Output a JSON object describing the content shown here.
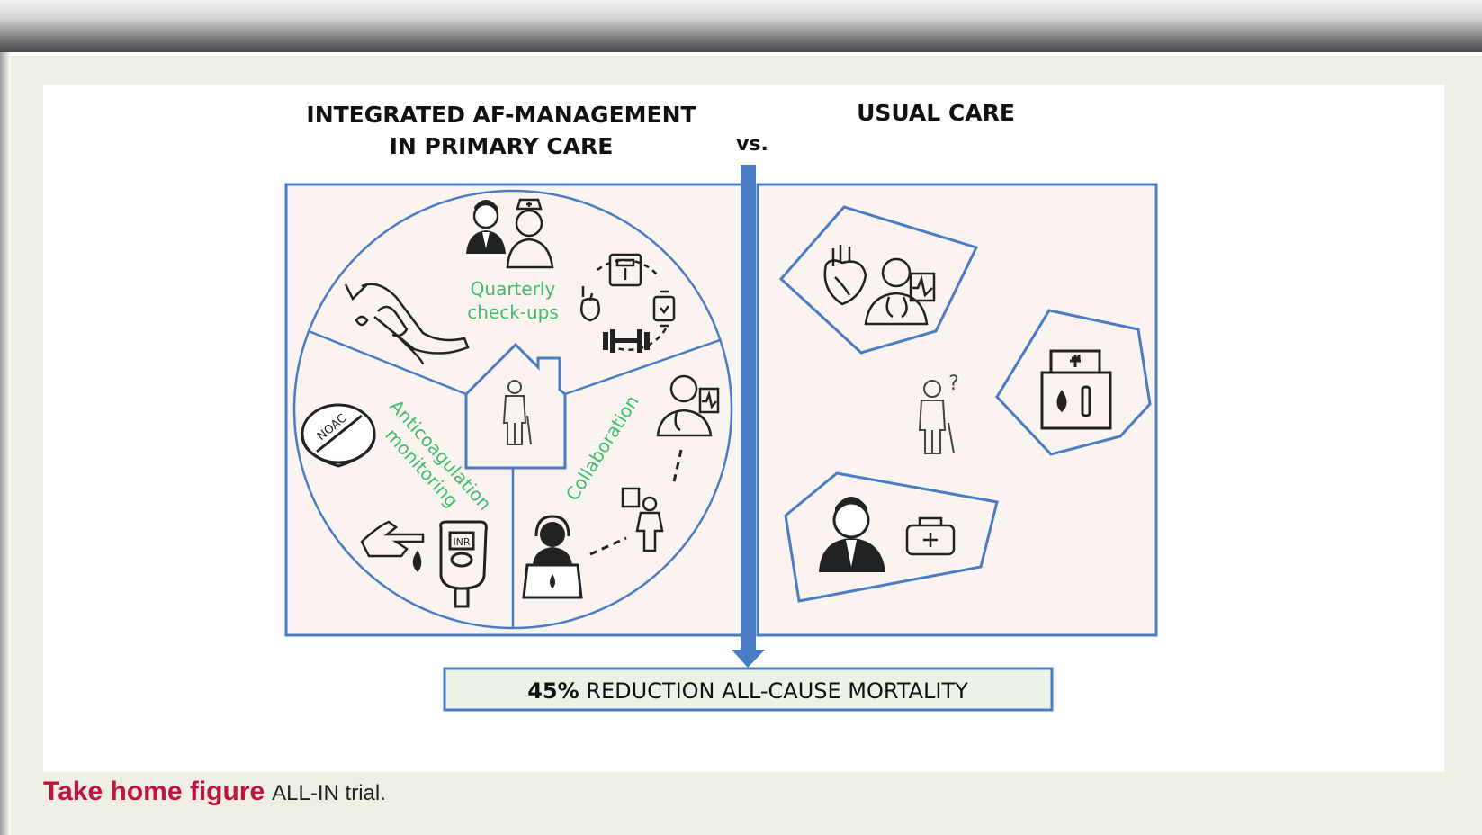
{
  "diagram": {
    "left_title_line1": "INTEGRATED AF-MANAGEMENT",
    "left_title_line2": "IN PRIMARY CARE",
    "vs_label": "vs.",
    "right_title": "USUAL CARE",
    "segments": {
      "checkups_line1": "Quarterly",
      "checkups_line2": "check-ups",
      "anticoag_line1": "Anticoagulation",
      "anticoag_line2": "monitoring",
      "collaboration": "Collaboration"
    },
    "pill_label": "NOAC",
    "meter_label": "INR",
    "question_mark": "?",
    "result_bold": "45%",
    "result_text": " REDUCTION ALL-CAUSE MORTALITY"
  },
  "caption": {
    "label": "Take home figure",
    "text": "ALL-IN trial."
  },
  "colors": {
    "frame_blue": "#4a7cc4",
    "segment_green": "#3bbf6a",
    "panel_fill": "#fbf3ef",
    "result_fill": "#eaf3e6",
    "caption_red": "#c0143c"
  }
}
